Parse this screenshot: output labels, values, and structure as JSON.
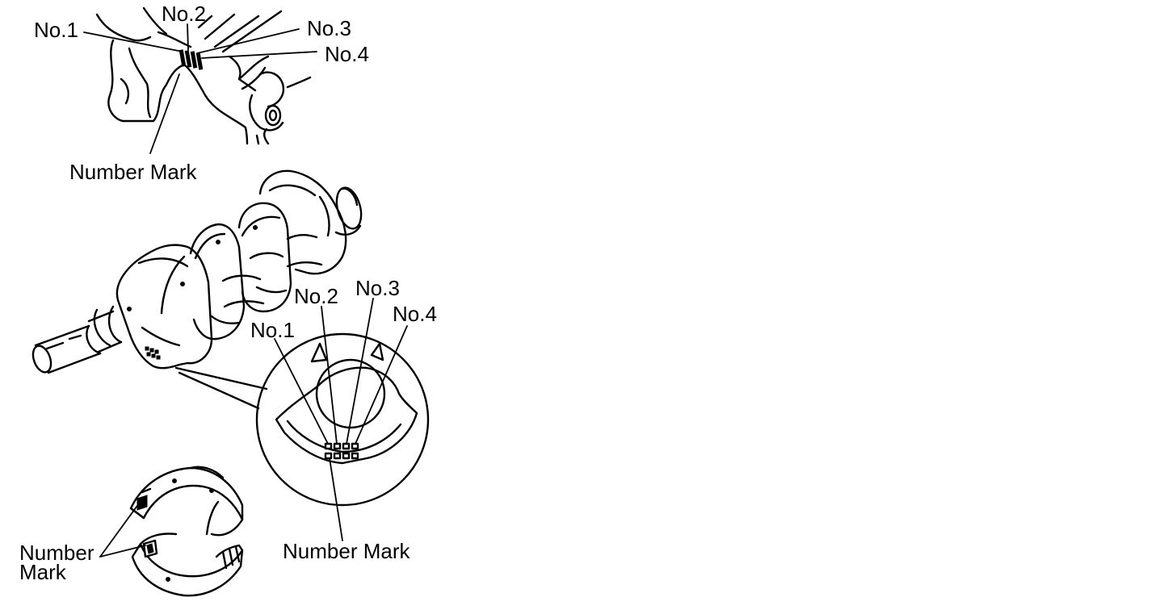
{
  "labels": {
    "block_no1": "No.1",
    "block_no2": "No.2",
    "block_no3": "No.3",
    "block_no4": "No.4",
    "block_number_mark": "Number Mark",
    "crank_no1": "No.1",
    "crank_no2": "No.2",
    "crank_no3": "No.3",
    "crank_no4": "No.4",
    "crank_number_mark": "Number Mark",
    "bearing_number": "Number",
    "bearing_mark": "Mark"
  },
  "colors": {
    "ink": "#000000",
    "background": "#ffffff"
  }
}
